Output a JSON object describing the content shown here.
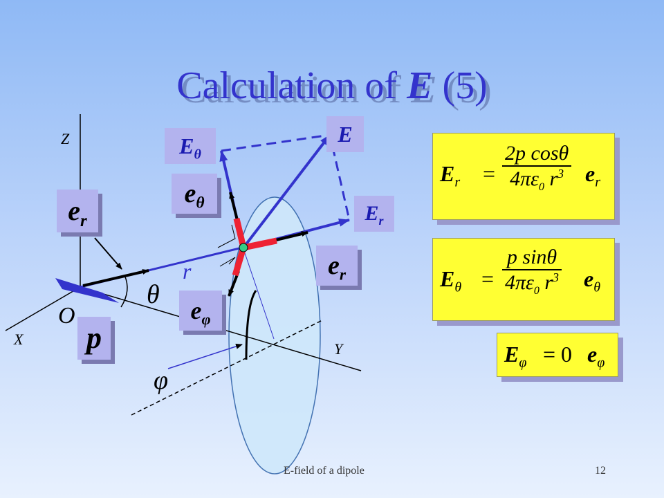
{
  "slide": {
    "title_prefix": "Calculation of ",
    "title_bold": "E",
    "title_suffix": " (5)",
    "footer_text": "E-field of a dipole",
    "slide_number": "12"
  },
  "axes": {
    "z_label": "Z",
    "x_label": "X",
    "y_label": "Y",
    "origin_label": "O",
    "r_label": "r",
    "theta_label": "θ",
    "phi_label": "φ"
  },
  "labels": {
    "E_theta": {
      "main": "E",
      "sub": "θ"
    },
    "E": {
      "main": "E"
    },
    "E_r": {
      "main": "E",
      "sub": "r"
    },
    "e_theta": {
      "main": "e",
      "sub": "θ"
    },
    "e_r_left": {
      "main": "e",
      "sub": "r"
    },
    "e_r_right": {
      "main": "e",
      "sub": "r"
    },
    "e_phi": {
      "main": "e",
      "sub": "φ"
    },
    "p": {
      "main": "p"
    }
  },
  "formulas": {
    "er": {
      "lhs": "E",
      "lhs_sub": "r",
      "eq": "=",
      "num": "2p cosθ",
      "den_a": "4πε",
      "den_sub": "0",
      "den_b": " r",
      "den_sup": "3",
      "vec": "e",
      "vec_sub": "r"
    },
    "etheta": {
      "lhs": "E",
      "lhs_sub": "θ",
      "eq": "=",
      "num": "p sinθ",
      "den_a": "4πε",
      "den_sub": "0",
      "den_b": " r",
      "den_sup": "3",
      "vec": "e",
      "vec_sub": "θ"
    },
    "ephi": {
      "lhs": "E",
      "lhs_sub": "φ",
      "eq": "= 0",
      "vec": "e",
      "vec_sub": "φ"
    }
  }
}
